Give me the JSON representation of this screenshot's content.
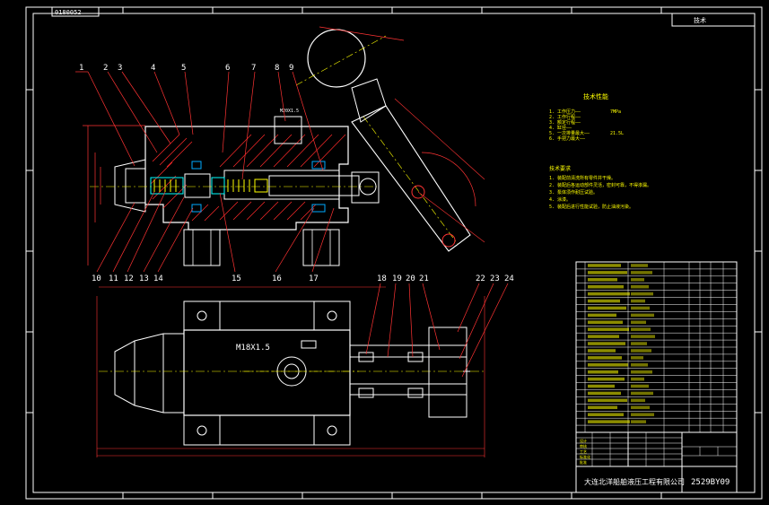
{
  "top_left_tag": "0180052",
  "top_right_label": "技术",
  "callouts_top": [
    "1",
    "2",
    "3",
    "4",
    "5",
    "6",
    "7",
    "8",
    "9"
  ],
  "callouts_bottom_left": [
    "10",
    "11",
    "12",
    "13",
    "14",
    "15",
    "16",
    "17"
  ],
  "callouts_plan": [
    "18",
    "19",
    "20",
    "21",
    "22",
    "23",
    "24"
  ],
  "thread_label": "M18X1.5",
  "thread_label_small": "M20X1.5",
  "tech_params": {
    "title": "技术性能",
    "items": [
      "1. 工作压力——",
      "2. 工作行程——",
      "3. 额定行程——",
      "4. 缸径——",
      "5. 一次排量最大——",
      "6. 手把力最大——"
    ],
    "values": [
      "7MPa",
      "",
      "",
      "",
      "21.5L",
      ""
    ]
  },
  "tech_req": {
    "title": "技术要求",
    "items": [
      "1. 装配前清洗所有零件并干燥。",
      "2. 装配后各运动部件灵活，密封可靠，不得渗漏。",
      "3. 泵体须作耐压试验。",
      "4. 涂漆。",
      "5. 装配后进行性能试验，防止油液污染。"
    ]
  },
  "company": "大连北洋船舶液压工程有限公司",
  "drawing_no": "2529BY09",
  "title_block_rows": [
    "设计",
    "审核",
    "工艺",
    "标准化",
    "批准"
  ],
  "bom_rows": 24
}
